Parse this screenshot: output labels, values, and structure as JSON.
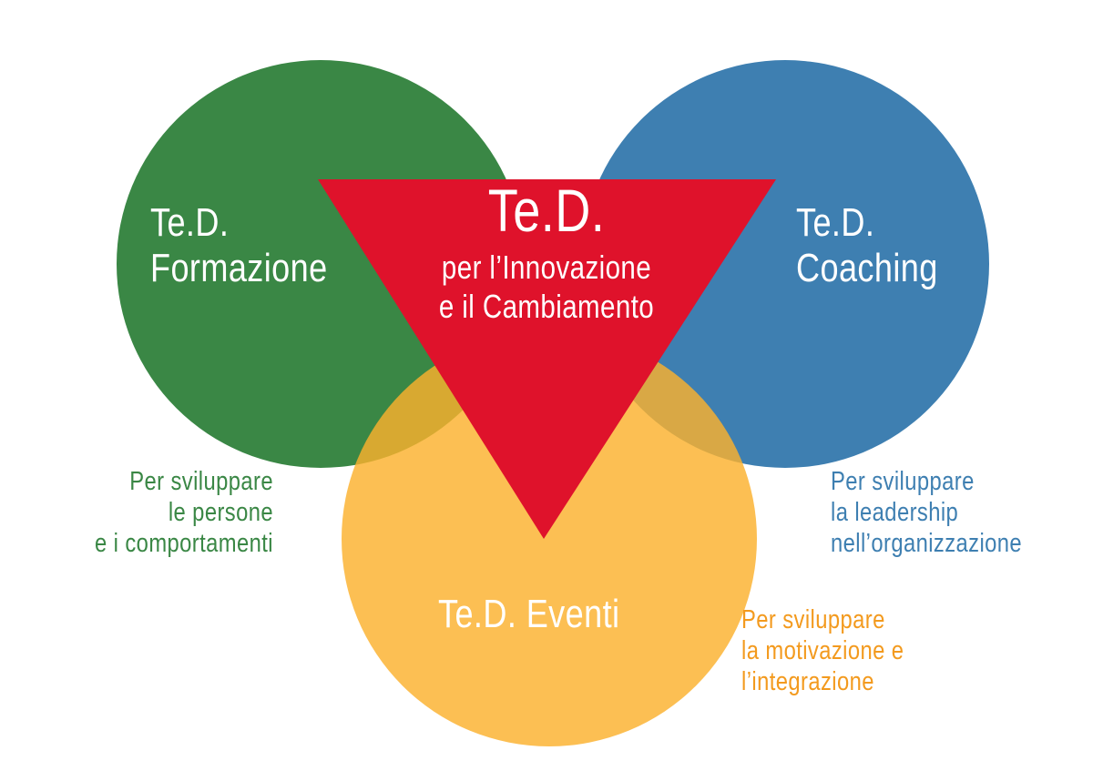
{
  "colors": {
    "green": "#3a8745",
    "blue": "#3e7fb1",
    "yellow": "#fbb12d",
    "red": "#df122b",
    "orange_text": "#f39a1e",
    "white": "#ffffff"
  },
  "circles": {
    "formazione": {
      "title_line1": "Te.D.",
      "title_line2": "Formazione",
      "desc": [
        "Per sviluppare",
        "le persone",
        "e i comportamenti"
      ]
    },
    "coaching": {
      "title_line1": "Te.D.",
      "title_line2": "Coaching",
      "desc": [
        "Per sviluppare",
        "la leadership",
        "nell’organizzazione"
      ]
    },
    "eventi": {
      "title": "Te.D. Eventi",
      "desc": [
        "Per sviluppare",
        "la motivazione e",
        "l’integrazione"
      ]
    }
  },
  "center": {
    "title": "Te.D.",
    "line1": "per l’Innovazione",
    "line2": "e il Cambiamento"
  }
}
